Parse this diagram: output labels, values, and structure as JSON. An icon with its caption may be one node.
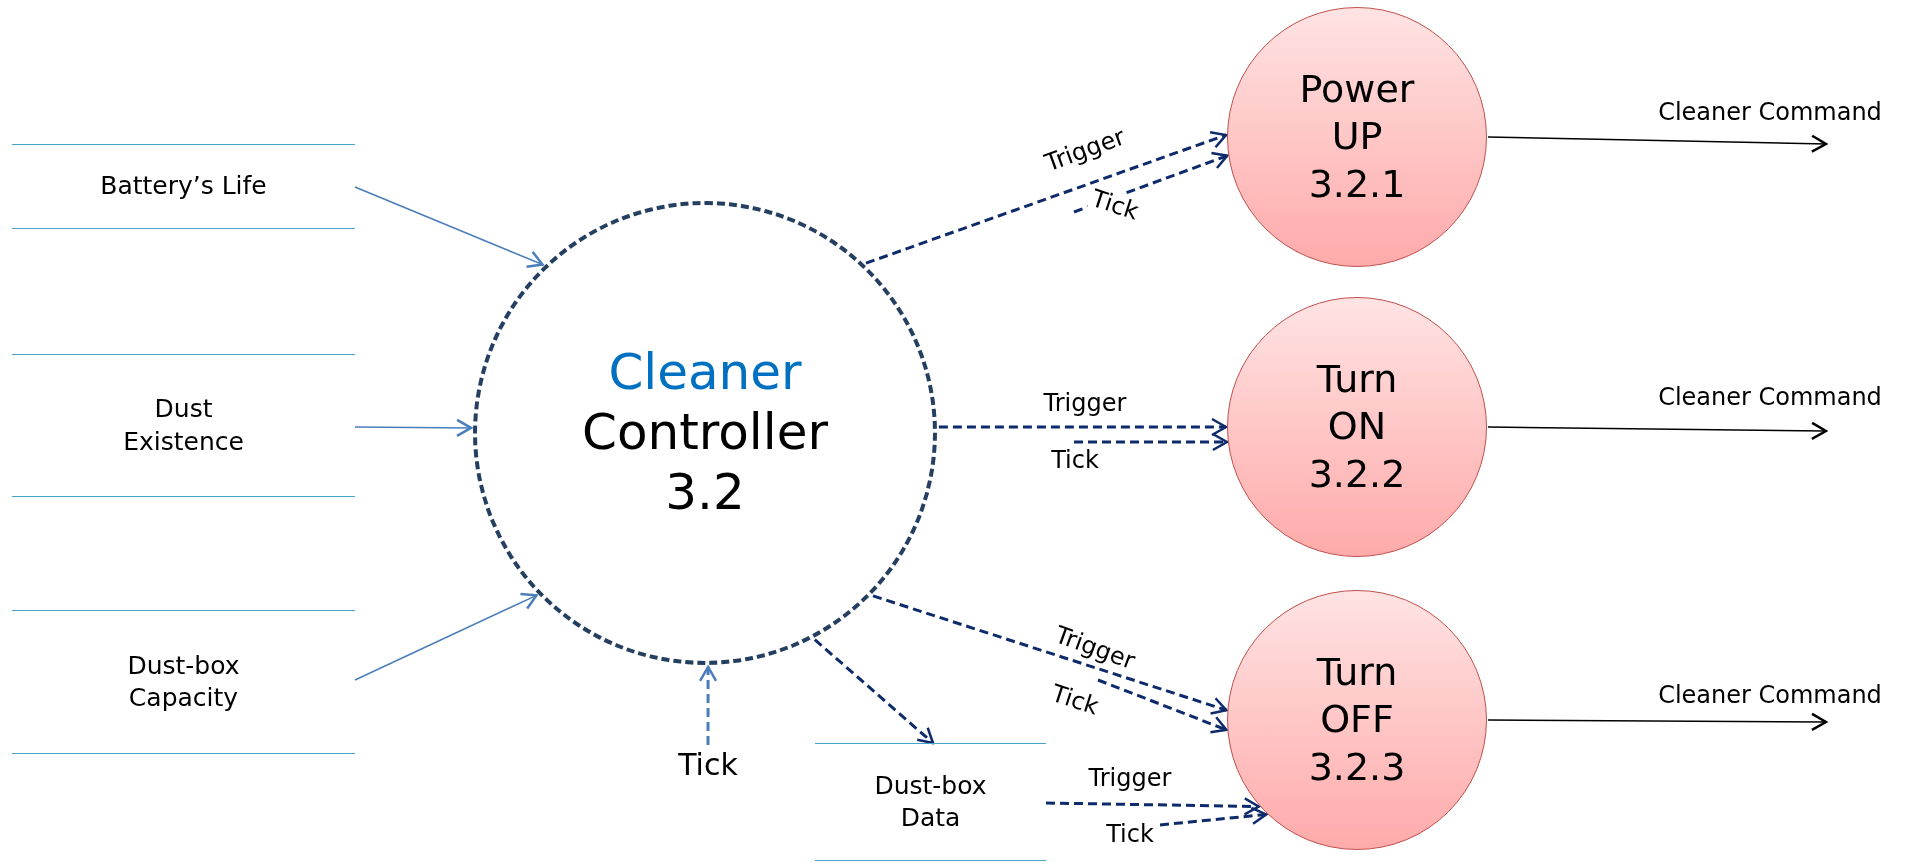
{
  "diagram": {
    "nodes": [
      {
        "text": [
          "Battery’s Life"
        ]
      },
      {
        "text": [
          "Dust Existence"
        ]
      },
      {
        "text": [
          "Dust-box Capacity"
        ]
      },
      {
        "text": [
          "Cleaner",
          "Controller 3.2"
        ]
      },
      {
        "text": [
          "Power UP 3.2.1"
        ]
      },
      {
        "text": [
          "Turn ON 3.2.2"
        ]
      },
      {
        "text": [
          "Turn OFF 3.2.3"
        ]
      },
      {
        "text": [
          "Tick"
        ]
      },
      {
        "text": [
          "Dust-box Data"
        ]
      }
    ],
    "edges": [
      {
        "from": 0,
        "to": 3,
        "arrow": "to",
        "color": "#4a7ebb"
      },
      {
        "from": 1,
        "to": 3,
        "arrow": "to",
        "color": "#4a7ebb"
      },
      {
        "from": 2,
        "to": 3,
        "arrow": "to",
        "color": "#4a7ebb"
      },
      {
        "from": 7,
        "to": 3,
        "arrow": "to",
        "style": "dashed",
        "color": "#4a7ebb"
      },
      {
        "from": 3,
        "to": 4,
        "arrow": "to",
        "label": "Trigger",
        "style": "dashed"
      },
      {
        "from": null,
        "to": 4,
        "arrow": "to",
        "label": "Tick",
        "style": "dashed"
      },
      {
        "from": 3,
        "to": 5,
        "arrow": "to",
        "label": "Trigger",
        "style": "dashed"
      },
      {
        "from": null,
        "to": 5,
        "arrow": "to",
        "label": "Tick",
        "style": "dashed"
      },
      {
        "from": 3,
        "to": 6,
        "arrow": "to",
        "label": "Trigger",
        "style": "dashed"
      },
      {
        "from": null,
        "to": 6,
        "arrow": "to",
        "label": "Tick",
        "style": "dashed"
      },
      {
        "from": 3,
        "to": 8,
        "arrow": "to",
        "style": "dashed"
      },
      {
        "from": 8,
        "to": 6,
        "arrow": "to",
        "label": "Trigger",
        "style": "dashed"
      },
      {
        "from": null,
        "to": 6,
        "arrow": "to",
        "label": "Tick",
        "style": "dashed"
      },
      {
        "from": 4,
        "to": null,
        "arrow": "to",
        "label": "Cleaner Command",
        "color": "#000000"
      },
      {
        "from": 5,
        "to": null,
        "arrow": "to",
        "label": "Cleaner Command",
        "color": "#000000"
      },
      {
        "from": 6,
        "to": null,
        "arrow": "to",
        "label": "Cleaner Command",
        "color": "#000000"
      }
    ]
  }
}
